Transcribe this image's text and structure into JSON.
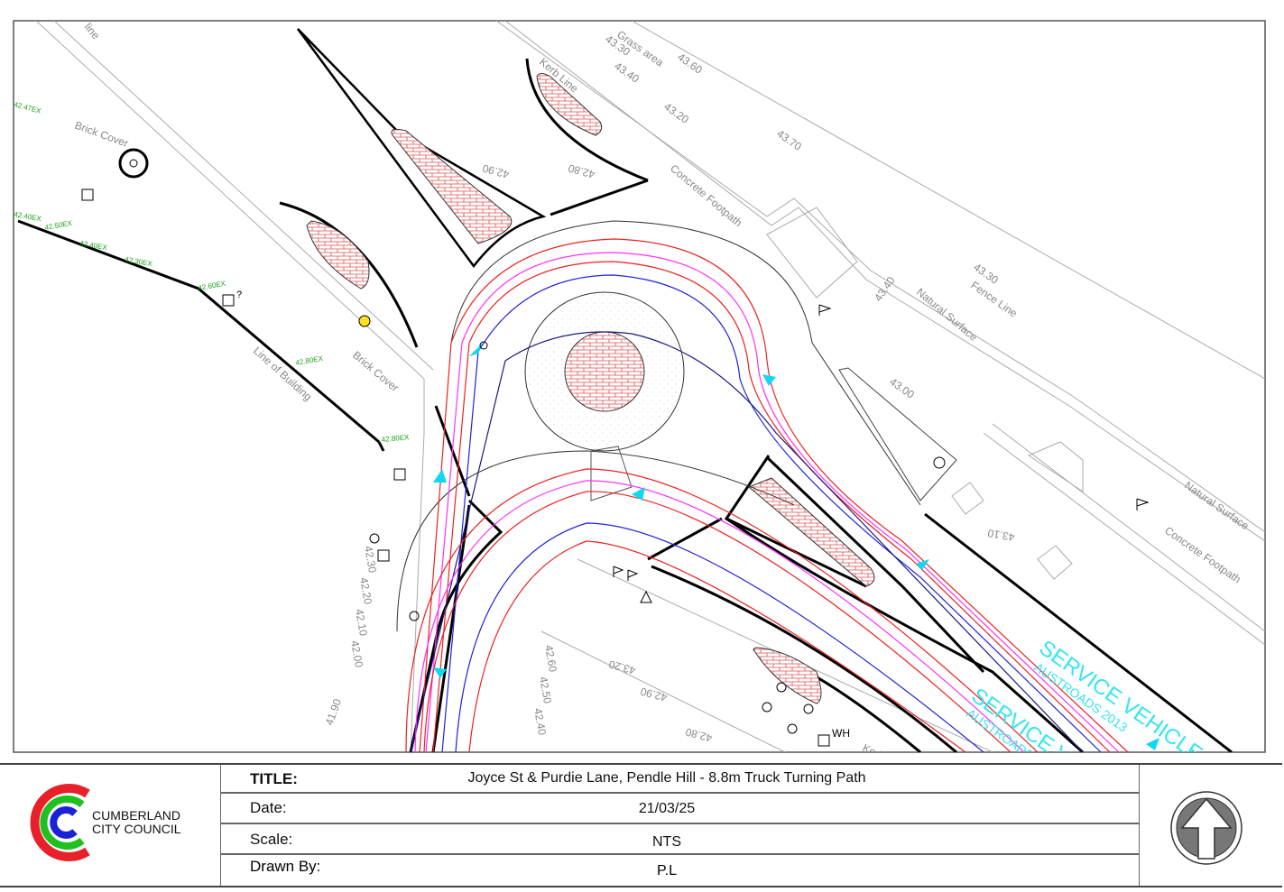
{
  "title_block": {
    "council_line1": "CUMBERLAND",
    "council_line2": "CITY COUNCIL",
    "title_label": "TITLE:",
    "title_value": "Joyce St & Purdie Lane, Pendle Hill - 8.8m Truck Turning Path",
    "date_label": "Date:",
    "date_value": "21/03/25",
    "scale_label": "Scale:",
    "scale_value": "NTS",
    "drawn_label": "Drawn By:",
    "drawn_value": "P.L"
  },
  "drawing_labels": {
    "grass_area": "Grass area",
    "kerb_line": "Kerb Line",
    "kerb_line_short": "Kerb",
    "concrete_footpath_1": "Concrete Footpath",
    "concrete_footpath_2": "Concrete Footpath",
    "natural_surface_1": "Natural Surface",
    "natural_surface_2": "Natural Surface",
    "fence_line": "Fence Line",
    "line_of_building": "Line of Building",
    "brick_cover_1": "Brick Cover",
    "brick_cover_2": "Brick Cover",
    "service_vehicle": "SERVICE VEHICLE",
    "austroads": "AUSTROADS 2013",
    "wh": "WH",
    "line_label": "line",
    "question": "?"
  },
  "levels": [
    "43.30",
    "43.40",
    "43.20",
    "43.60",
    "43.70",
    "42.90",
    "42.80",
    "43.40",
    "43.30",
    "43.00",
    "43.10",
    "42.30",
    "42.20",
    "42.10",
    "42.00",
    "41.90",
    "42.60",
    "42.50",
    "42.40",
    "43.20",
    "42.90",
    "42.80"
  ],
  "ex_levels": [
    "42.47EX",
    "42.40EX",
    "42.50EX",
    "42.30EX",
    "42.60EX",
    "42.80EX",
    "42.80EX",
    "42.40EX"
  ],
  "colors": {
    "logo_red": "#e8202a",
    "logo_green": "#20c020",
    "logo_blue": "#1a22d8",
    "path_red": "#f02020",
    "path_magenta": "#ff30ff",
    "path_blue": "#2020e0",
    "arrow_cyan": "#10d8f0"
  }
}
